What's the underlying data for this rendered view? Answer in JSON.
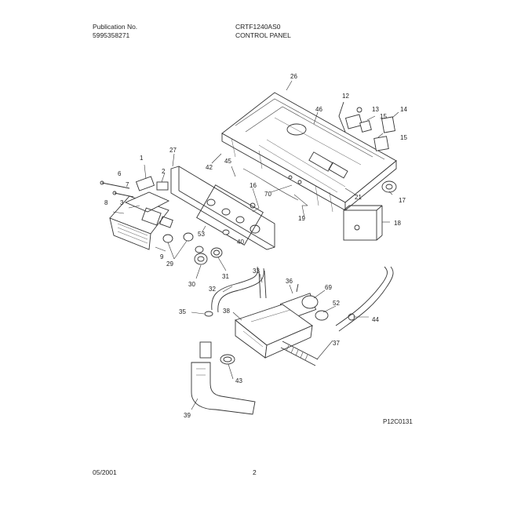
{
  "header": {
    "publication_label": "Publication No.",
    "publication_number": "5995358271",
    "model": "CRTF1240AS0",
    "section": "CONTROL PANEL"
  },
  "footer": {
    "date": "05/2001",
    "page": "2"
  },
  "diagram": {
    "code": "P12C0131",
    "callouts": [
      "26",
      "12",
      "13",
      "46",
      "14",
      "15",
      "15",
      "27",
      "42",
      "45",
      "6",
      "1",
      "2",
      "7",
      "16",
      "70",
      "21",
      "17",
      "8",
      "3",
      "19",
      "18",
      "53",
      "40",
      "9",
      "29",
      "33",
      "30",
      "31",
      "32",
      "36",
      "69",
      "52",
      "35",
      "38",
      "44",
      "37",
      "43",
      "39"
    ]
  }
}
